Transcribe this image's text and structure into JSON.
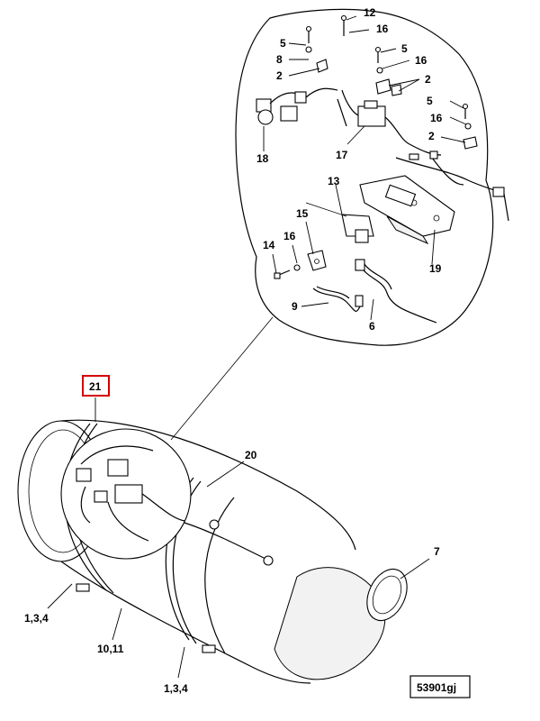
{
  "callouts": {
    "c12": "12",
    "c16a": "16",
    "c5a": "5",
    "c5b": "5",
    "c8": "8",
    "c16b": "16",
    "c2a": "2",
    "c2b": "2",
    "c5c": "5",
    "c16c": "16",
    "c2c": "2",
    "c18": "18",
    "c17": "17",
    "c13": "13",
    "c15": "15",
    "c14": "14",
    "c16d": "16",
    "c19": "19",
    "c9": "9",
    "c6": "6",
    "c21": "21",
    "c20": "20",
    "c7": "7",
    "c134a": "1,3,4",
    "c1011": "10,11",
    "c134b": "1,3,4"
  },
  "figure_id": "53901gj",
  "colors": {
    "highlight": "#d40000",
    "ink": "#000000"
  }
}
